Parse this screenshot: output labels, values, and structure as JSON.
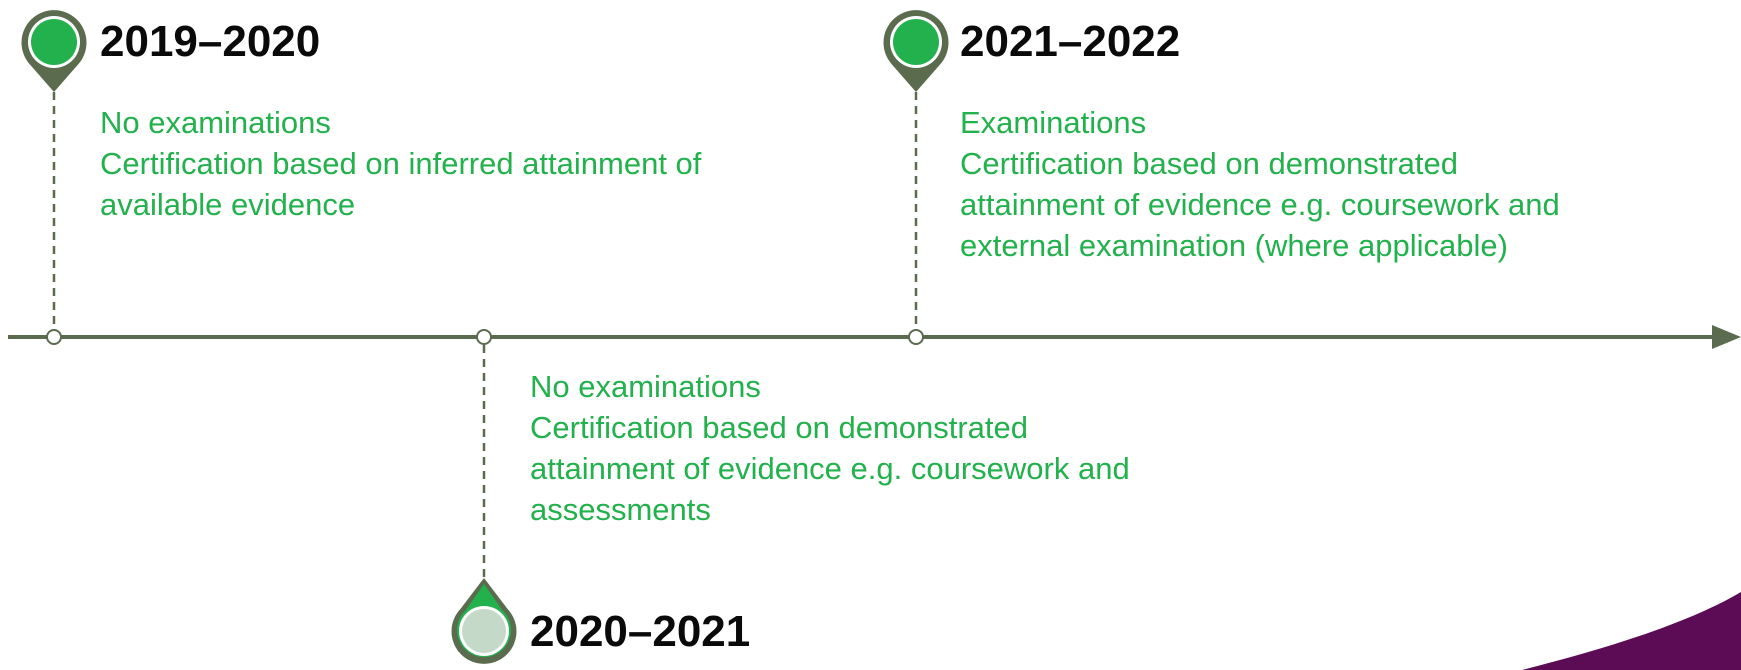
{
  "colors": {
    "accent_green": "#22b14c",
    "axis_olive": "#5b6b4e",
    "pin_faded": "#c5d9c8",
    "corner_purple": "#5c0b55",
    "heading_text": "#0a0a0a"
  },
  "milestones": [
    {
      "period": "2019–2020",
      "marker_style": "filled-pin-above",
      "lines": [
        "No examinations",
        "Certification based on inferred attainment of",
        "available evidence"
      ]
    },
    {
      "period": "2020–2021",
      "marker_style": "faded-pin-below",
      "lines": [
        "No examinations",
        "Certification based on demonstrated",
        "attainment of evidence e.g. coursework and",
        "assessments"
      ]
    },
    {
      "period": "2021–2022",
      "marker_style": "filled-pin-above",
      "lines": [
        "Examinations",
        "Certification based on demonstrated",
        "attainment of evidence e.g. coursework and",
        "external examination (where applicable)"
      ]
    }
  ]
}
